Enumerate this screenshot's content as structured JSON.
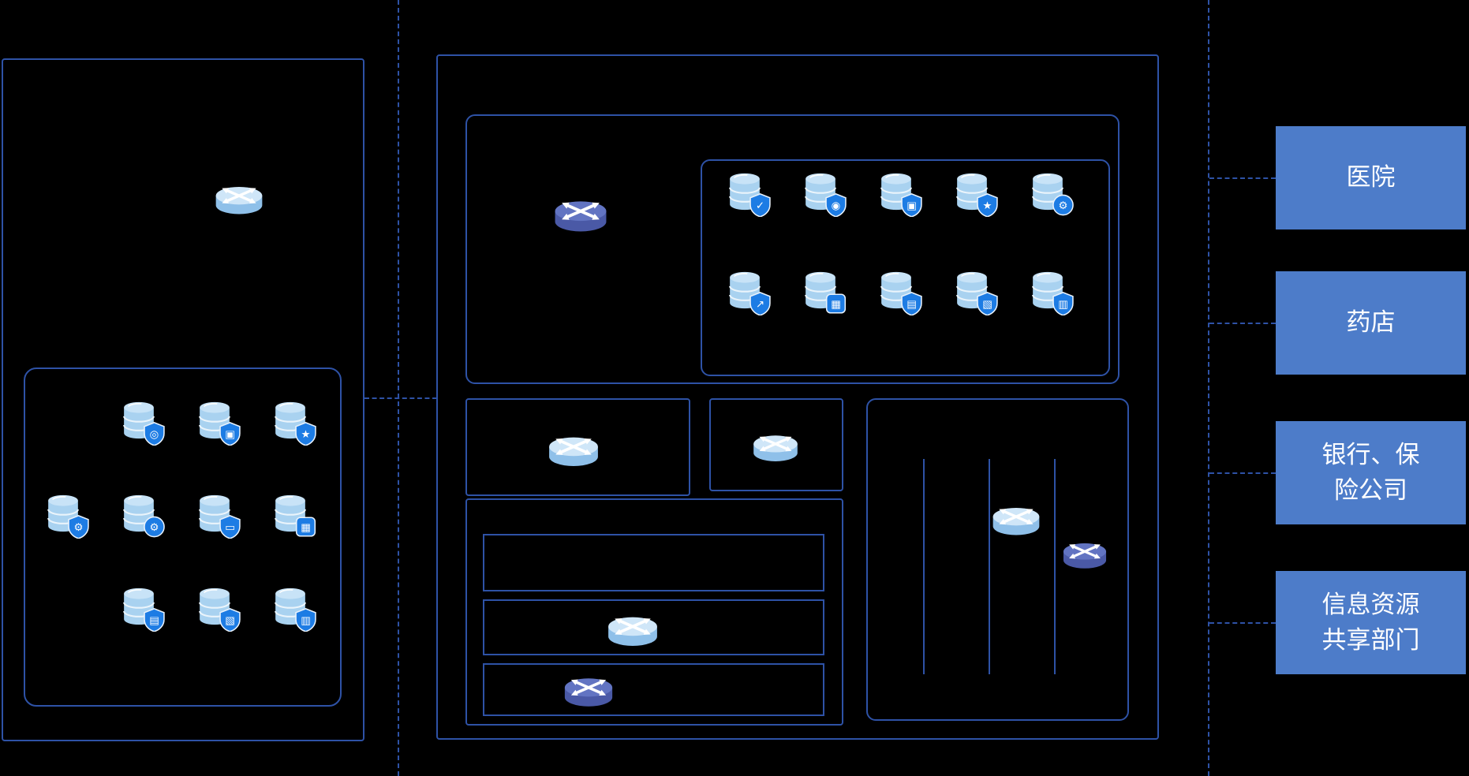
{
  "colors": {
    "background": "#000000",
    "line": "#2e52a6",
    "label_bg": "#4d7cc9",
    "label_text": "#ffffff",
    "badge": "#1d7ce4",
    "db_body": "#a9d2f0",
    "db_top": "#c8e3f7",
    "router_light_top": "#cfe6f8",
    "router_light_body": "#8fc0e9",
    "router_dark_top": "#6274c2",
    "router_dark_body": "#4a59a6"
  },
  "external_labels": [
    {
      "text": "医院"
    },
    {
      "text": "药店"
    },
    {
      "text": "银行、保险公司"
    },
    {
      "text": "信息资源共享部门"
    }
  ],
  "left_grid": {
    "rows": [
      [
        null,
        "shield-search",
        "shield-image",
        "shield-star"
      ],
      [
        "shield-gear",
        "gear",
        "shield-monitor",
        "table"
      ],
      [
        null,
        "shield-document",
        "shield-cube",
        "shield-clipboard"
      ]
    ]
  },
  "middle_grid": {
    "rows": [
      [
        "shield-check",
        "shield-target",
        "shield-image",
        "shield-star",
        "gear"
      ],
      [
        "shield-chart",
        "table",
        "shield-document",
        "shield-cube",
        "shield-clipboard"
      ]
    ]
  },
  "badge_icons": {
    "shield-search": {
      "glyph": "◎",
      "shape": "shield"
    },
    "shield-image": {
      "glyph": "▣",
      "shape": "shield"
    },
    "shield-star": {
      "glyph": "★",
      "shape": "shield"
    },
    "shield-gear": {
      "glyph": "⚙",
      "shape": "shield"
    },
    "gear": {
      "glyph": "⚙",
      "shape": "circle"
    },
    "shield-monitor": {
      "glyph": "▭",
      "shape": "shield"
    },
    "table": {
      "glyph": "▦",
      "shape": "square"
    },
    "shield-document": {
      "glyph": "▤",
      "shape": "shield"
    },
    "shield-cube": {
      "glyph": "▧",
      "shape": "shield"
    },
    "shield-clipboard": {
      "glyph": "▥",
      "shape": "shield"
    },
    "shield-check": {
      "glyph": "✓",
      "shape": "shield"
    },
    "shield-target": {
      "glyph": "◉",
      "shape": "shield"
    },
    "shield-chart": {
      "glyph": "↗",
      "shape": "shield"
    }
  }
}
